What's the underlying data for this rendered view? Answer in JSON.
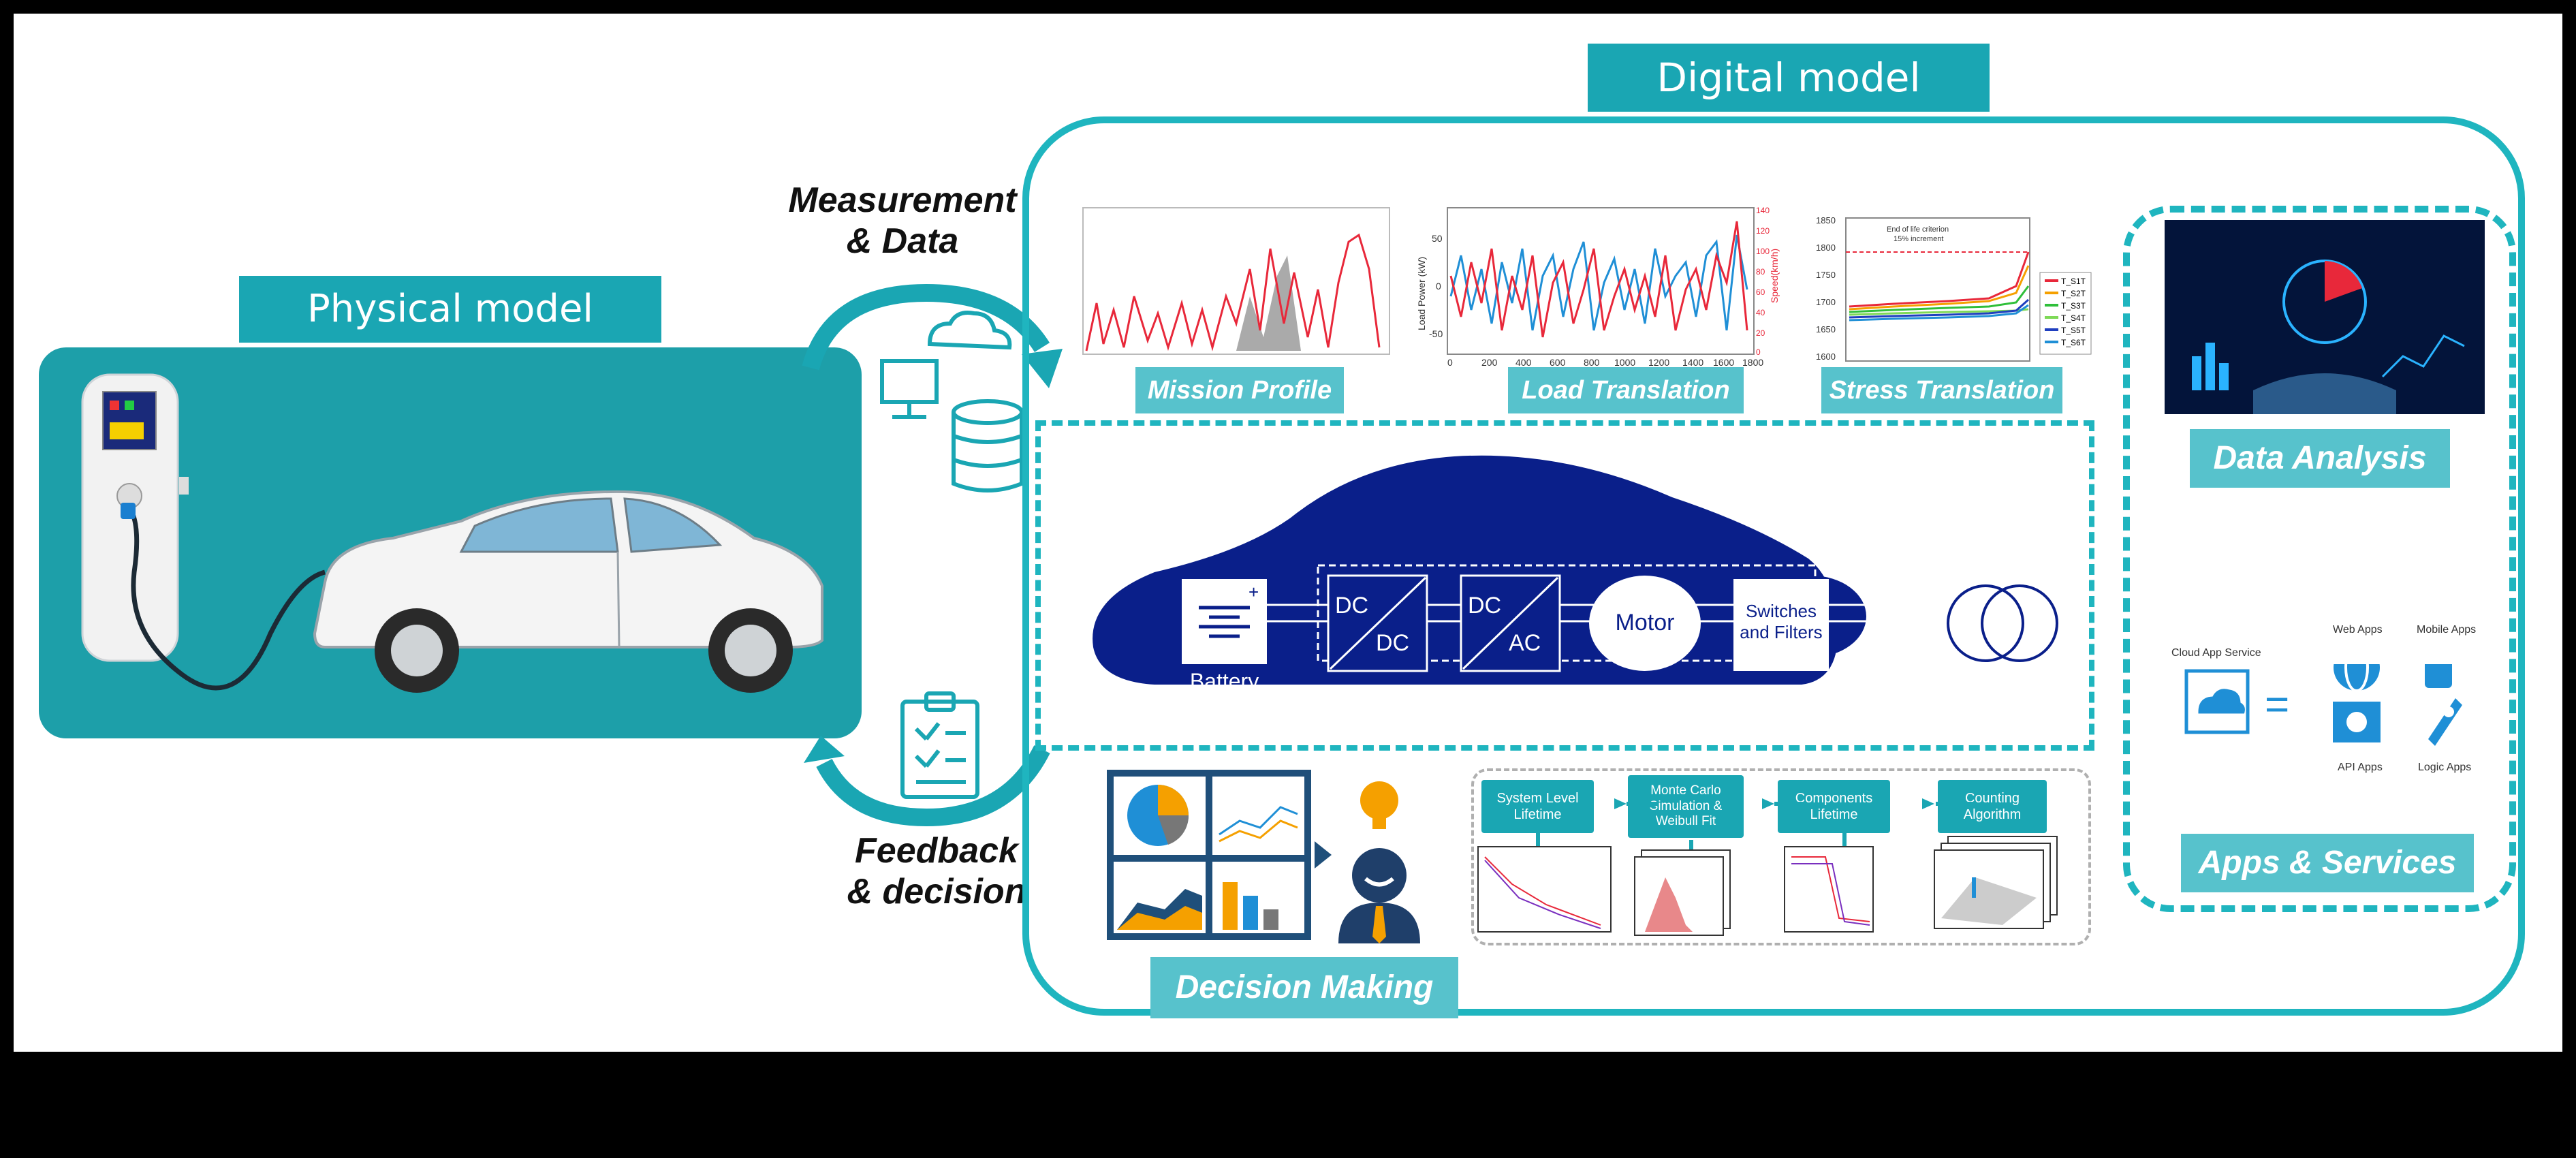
{
  "colors": {
    "teal": "#1aa6b3",
    "light_teal": "#57c2cc",
    "navy": "#0a1f8a",
    "border_teal": "#1fb5bf"
  },
  "physical": {
    "title": "Physical model"
  },
  "digital": {
    "title": "Digital model"
  },
  "arrows": {
    "measurement": "Measurement\n& Data",
    "feedback": "Feedback\n& decision"
  },
  "charts": {
    "mission_profile": "Mission Profile",
    "load_translation": "Load Translation",
    "stress_translation": "Stress Translation",
    "load_axes": {
      "y_left": "Load Power (kW)",
      "y_right": "Speed(km/h)",
      "y_left_ticks": [
        "50",
        "0",
        "-50"
      ],
      "y_right_ticks": [
        "140",
        "120",
        "100",
        "80",
        "60",
        "40",
        "20",
        "0"
      ],
      "x_ticks": [
        "0",
        "200",
        "400",
        "600",
        "800",
        "1000",
        "1200",
        "1400",
        "1600",
        "1800"
      ]
    },
    "stress_axes": {
      "y_ticks": [
        "1850",
        "1800",
        "1750",
        "1700",
        "1650",
        "1600"
      ],
      "annotation": "End of life criterion\n15% increment",
      "legend": [
        "T_S1T",
        "T_S2T",
        "T_S3T",
        "T_S4T",
        "T_S5T",
        "T_S6T"
      ]
    }
  },
  "powertrain": {
    "battery": "Battery",
    "dcdc_top": "DC",
    "dcdc_bottom": "DC",
    "dcac_top": "DC",
    "dcac_bottom": "AC",
    "motor": "Motor",
    "switches": "Switches\nand Filters"
  },
  "side": {
    "data_analysis": "Data Analysis",
    "apps_services": "Apps & Services",
    "cloud_app_service": "Cloud App Service",
    "web_apps": "Web Apps",
    "mobile_apps": "Mobile Apps",
    "api_apps": "API Apps",
    "logic_apps": "Logic Apps",
    "equals": "="
  },
  "decision": {
    "label": "Decision Making"
  },
  "flow": {
    "system_level": "System Level\nLifetime",
    "monte_carlo": "Monte Carlo\nSimulation &\nWeibull Fit",
    "components": "Components\nLifetime",
    "counting": "Counting\nAlgorithm"
  }
}
